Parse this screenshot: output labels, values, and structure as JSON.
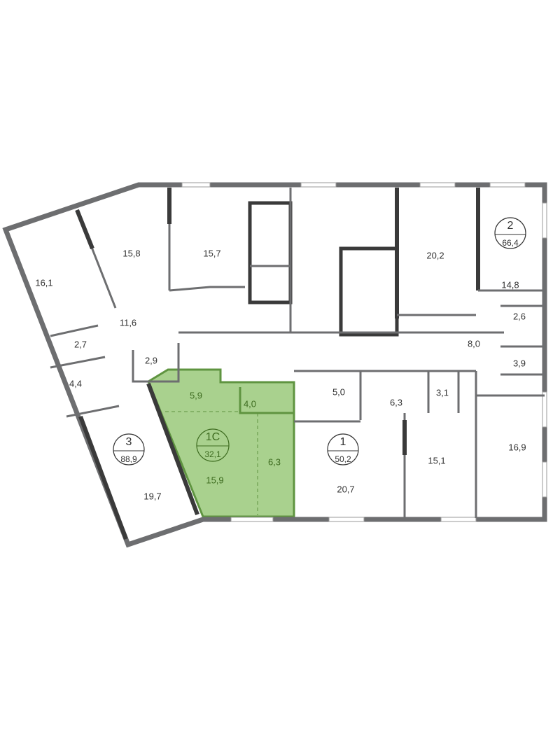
{
  "colors": {
    "highlight_fill": "#a9d18e",
    "highlight_stroke": "#5f9440",
    "highlight_text": "#3d6b1f",
    "wall": "#6d6e70"
  },
  "apartments": [
    {
      "id": "apt-2",
      "number": "2",
      "area": "66,4"
    },
    {
      "id": "apt-1c",
      "number": "1С",
      "area": "32,1"
    },
    {
      "id": "apt-3",
      "number": "3",
      "area": "88,9"
    },
    {
      "id": "apt-1",
      "number": "1",
      "area": "50,2"
    }
  ],
  "rooms": [
    "16,1",
    "15,8",
    "15,7",
    "20,2",
    "14,8",
    "11,6",
    "2,7",
    "2,6",
    "8,0",
    "2,9",
    "4,4",
    "3,9",
    "5,9",
    "4,0",
    "5,0",
    "6,3",
    "3,1",
    "15,9",
    "6,3",
    "19,7",
    "20,7",
    "15,1",
    "16,9"
  ]
}
